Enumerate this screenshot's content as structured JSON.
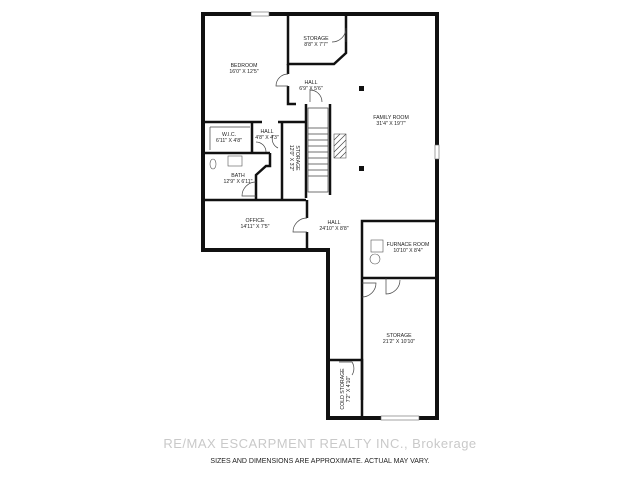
{
  "rooms": {
    "bedroom": {
      "name": "BEDROOM",
      "size": "16'0\" X 12'5\""
    },
    "storage_top": {
      "name": "STORAGE",
      "size": "8'8\" X 7'7\""
    },
    "hall_top": {
      "name": "HALL",
      "size": "6'9\" X 5'6\""
    },
    "family_room": {
      "name": "FAMILY ROOM",
      "size": "31'4\" X 19'7\""
    },
    "wic": {
      "name": "W.I.C.",
      "size": "6'11\" X 4'8\""
    },
    "hall_small": {
      "name": "HALL",
      "size": "4'8\" X 4'3\""
    },
    "storage_closet": {
      "name": "STORAGE",
      "size": "12'0\" X 3'2\""
    },
    "bath": {
      "name": "BATH",
      "size": "12'9\" X 6'11\""
    },
    "office": {
      "name": "OFFICE",
      "size": "14'11\" X 7'5\""
    },
    "hall_main": {
      "name": "HALL",
      "size": "24'10\" X 8'8\""
    },
    "furnace_room": {
      "name": "FURNACE ROOM",
      "size": "10'10\" X 8'4\""
    },
    "storage_bottom": {
      "name": "STORAGE",
      "size": "21'2\" X 10'10\""
    },
    "cold_storage": {
      "name": "COLD STORAGE",
      "size": "7'2\" X 4'10\""
    }
  },
  "watermark": "RE/MAX ESCARPMENT REALTY INC., Brokerage",
  "footnote": "SIZES AND DIMENSIONS ARE APPROXIMATE. ACTUAL MAY VARY."
}
